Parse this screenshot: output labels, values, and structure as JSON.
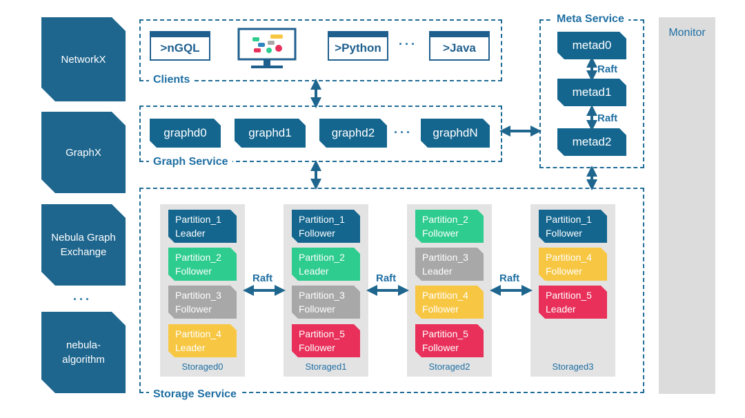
{
  "tools": {
    "networkx": "NetworkX",
    "graphx": "GraphX",
    "exchange_line1": "Nebula Graph",
    "exchange_line2": "Exchange",
    "ellipsis": "···",
    "algorithm_line1": "nebula-",
    "algorithm_line2": "algorithm"
  },
  "clients": {
    "label": "Clients",
    "ngql": ">nGQL",
    "python": ">Python",
    "ellipsis": "···",
    "java": ">Java",
    "icon": "studio-monitor-icon"
  },
  "graph_service": {
    "label": "Graph Service",
    "nodes": [
      "graphd0",
      "graphd1",
      "graphd2",
      "graphdN"
    ],
    "ellipsis": "···"
  },
  "meta_service": {
    "label": "Meta Service",
    "nodes": [
      "metad0",
      "metad1",
      "metad2"
    ],
    "raft": "Raft"
  },
  "storage_service": {
    "label": "Storage Service",
    "raft": "Raft",
    "servers": [
      {
        "name": "Storaged0",
        "partitions": [
          {
            "name": "Partition_1",
            "role": "Leader",
            "color": "#14668f"
          },
          {
            "name": "Partition_2",
            "role": "Follower",
            "color": "#2ecc8f"
          },
          {
            "name": "Partition_3",
            "role": "Follower",
            "color": "#a8a8a8"
          },
          {
            "name": "Partition_4",
            "role": "Leader",
            "color": "#f7c744"
          }
        ]
      },
      {
        "name": "Storaged1",
        "partitions": [
          {
            "name": "Partition_1",
            "role": "Follower",
            "color": "#14668f"
          },
          {
            "name": "Partition_2",
            "role": "Leader",
            "color": "#2ecc8f"
          },
          {
            "name": "Partition_3",
            "role": "Follower",
            "color": "#a8a8a8"
          },
          {
            "name": "Partition_5",
            "role": "Follower",
            "color": "#e8305a"
          }
        ]
      },
      {
        "name": "Storaged2",
        "partitions": [
          {
            "name": "Partition_2",
            "role": "Follower",
            "color": "#2ecc8f"
          },
          {
            "name": "Partition_3",
            "role": "Leader",
            "color": "#a8a8a8"
          },
          {
            "name": "Partition_4",
            "role": "Follower",
            "color": "#f7c744"
          },
          {
            "name": "Partition_5",
            "role": "Follower",
            "color": "#e8305a"
          }
        ]
      },
      {
        "name": "Storaged3",
        "partitions": [
          {
            "name": "Partition_1",
            "role": "Follower",
            "color": "#14668f"
          },
          {
            "name": "Partition_4",
            "role": "Follower",
            "color": "#f7c744"
          },
          {
            "name": "Partition_5",
            "role": "Leader",
            "color": "#e8305a"
          }
        ]
      }
    ]
  },
  "monitor": "Monitor",
  "colors": {
    "primary": "#1e668e",
    "accent": "#1f6fa3",
    "storage_bg": "#e3e3e3",
    "monitor_bg": "#dcdcdc"
  }
}
